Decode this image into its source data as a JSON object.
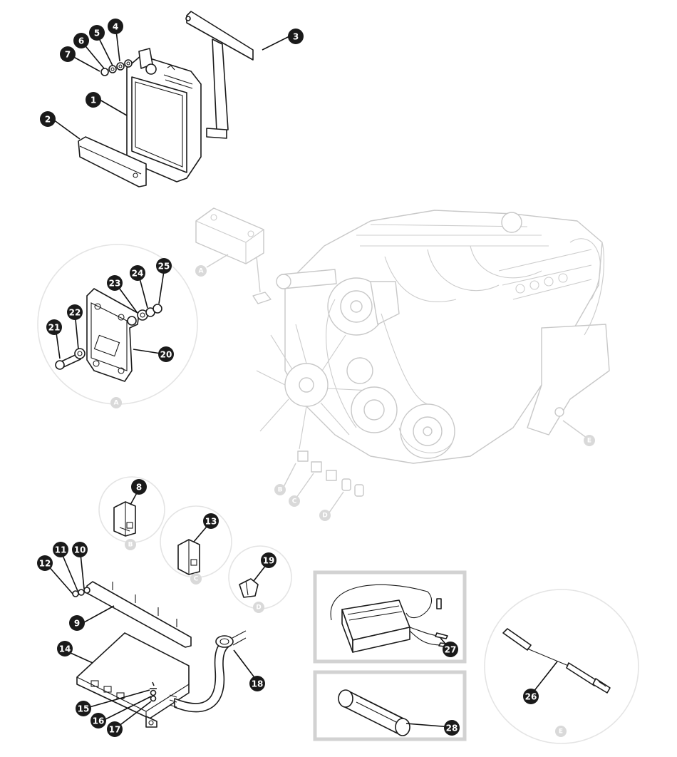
{
  "diagram": {
    "callouts": [
      {
        "label": "1"
      },
      {
        "label": "2"
      },
      {
        "label": "3"
      },
      {
        "label": "4"
      },
      {
        "label": "5"
      },
      {
        "label": "6"
      },
      {
        "label": "7"
      },
      {
        "label": "8"
      },
      {
        "label": "9"
      },
      {
        "label": "10"
      },
      {
        "label": "11"
      },
      {
        "label": "12"
      },
      {
        "label": "13"
      },
      {
        "label": "14"
      },
      {
        "label": "15"
      },
      {
        "label": "16"
      },
      {
        "label": "17"
      },
      {
        "label": "18"
      },
      {
        "label": "19"
      },
      {
        "label": "20"
      },
      {
        "label": "21"
      },
      {
        "label": "22"
      },
      {
        "label": "23"
      },
      {
        "label": "24"
      },
      {
        "label": "25"
      },
      {
        "label": "26"
      },
      {
        "label": "27"
      },
      {
        "label": "28"
      }
    ],
    "location_markers": [
      {
        "label": "A"
      },
      {
        "label": "A"
      },
      {
        "label": "B"
      },
      {
        "label": "B"
      },
      {
        "label": "C"
      },
      {
        "label": "C"
      },
      {
        "label": "D"
      },
      {
        "label": "D"
      },
      {
        "label": "E"
      },
      {
        "label": "E"
      }
    ],
    "colors": {
      "callout_fill": "#1a1a1a",
      "marker_fill": "#d9d9d9",
      "line": "#1a1a1a",
      "ghost_line": "#c8c8c8",
      "frame": "#d2d2d2"
    }
  }
}
